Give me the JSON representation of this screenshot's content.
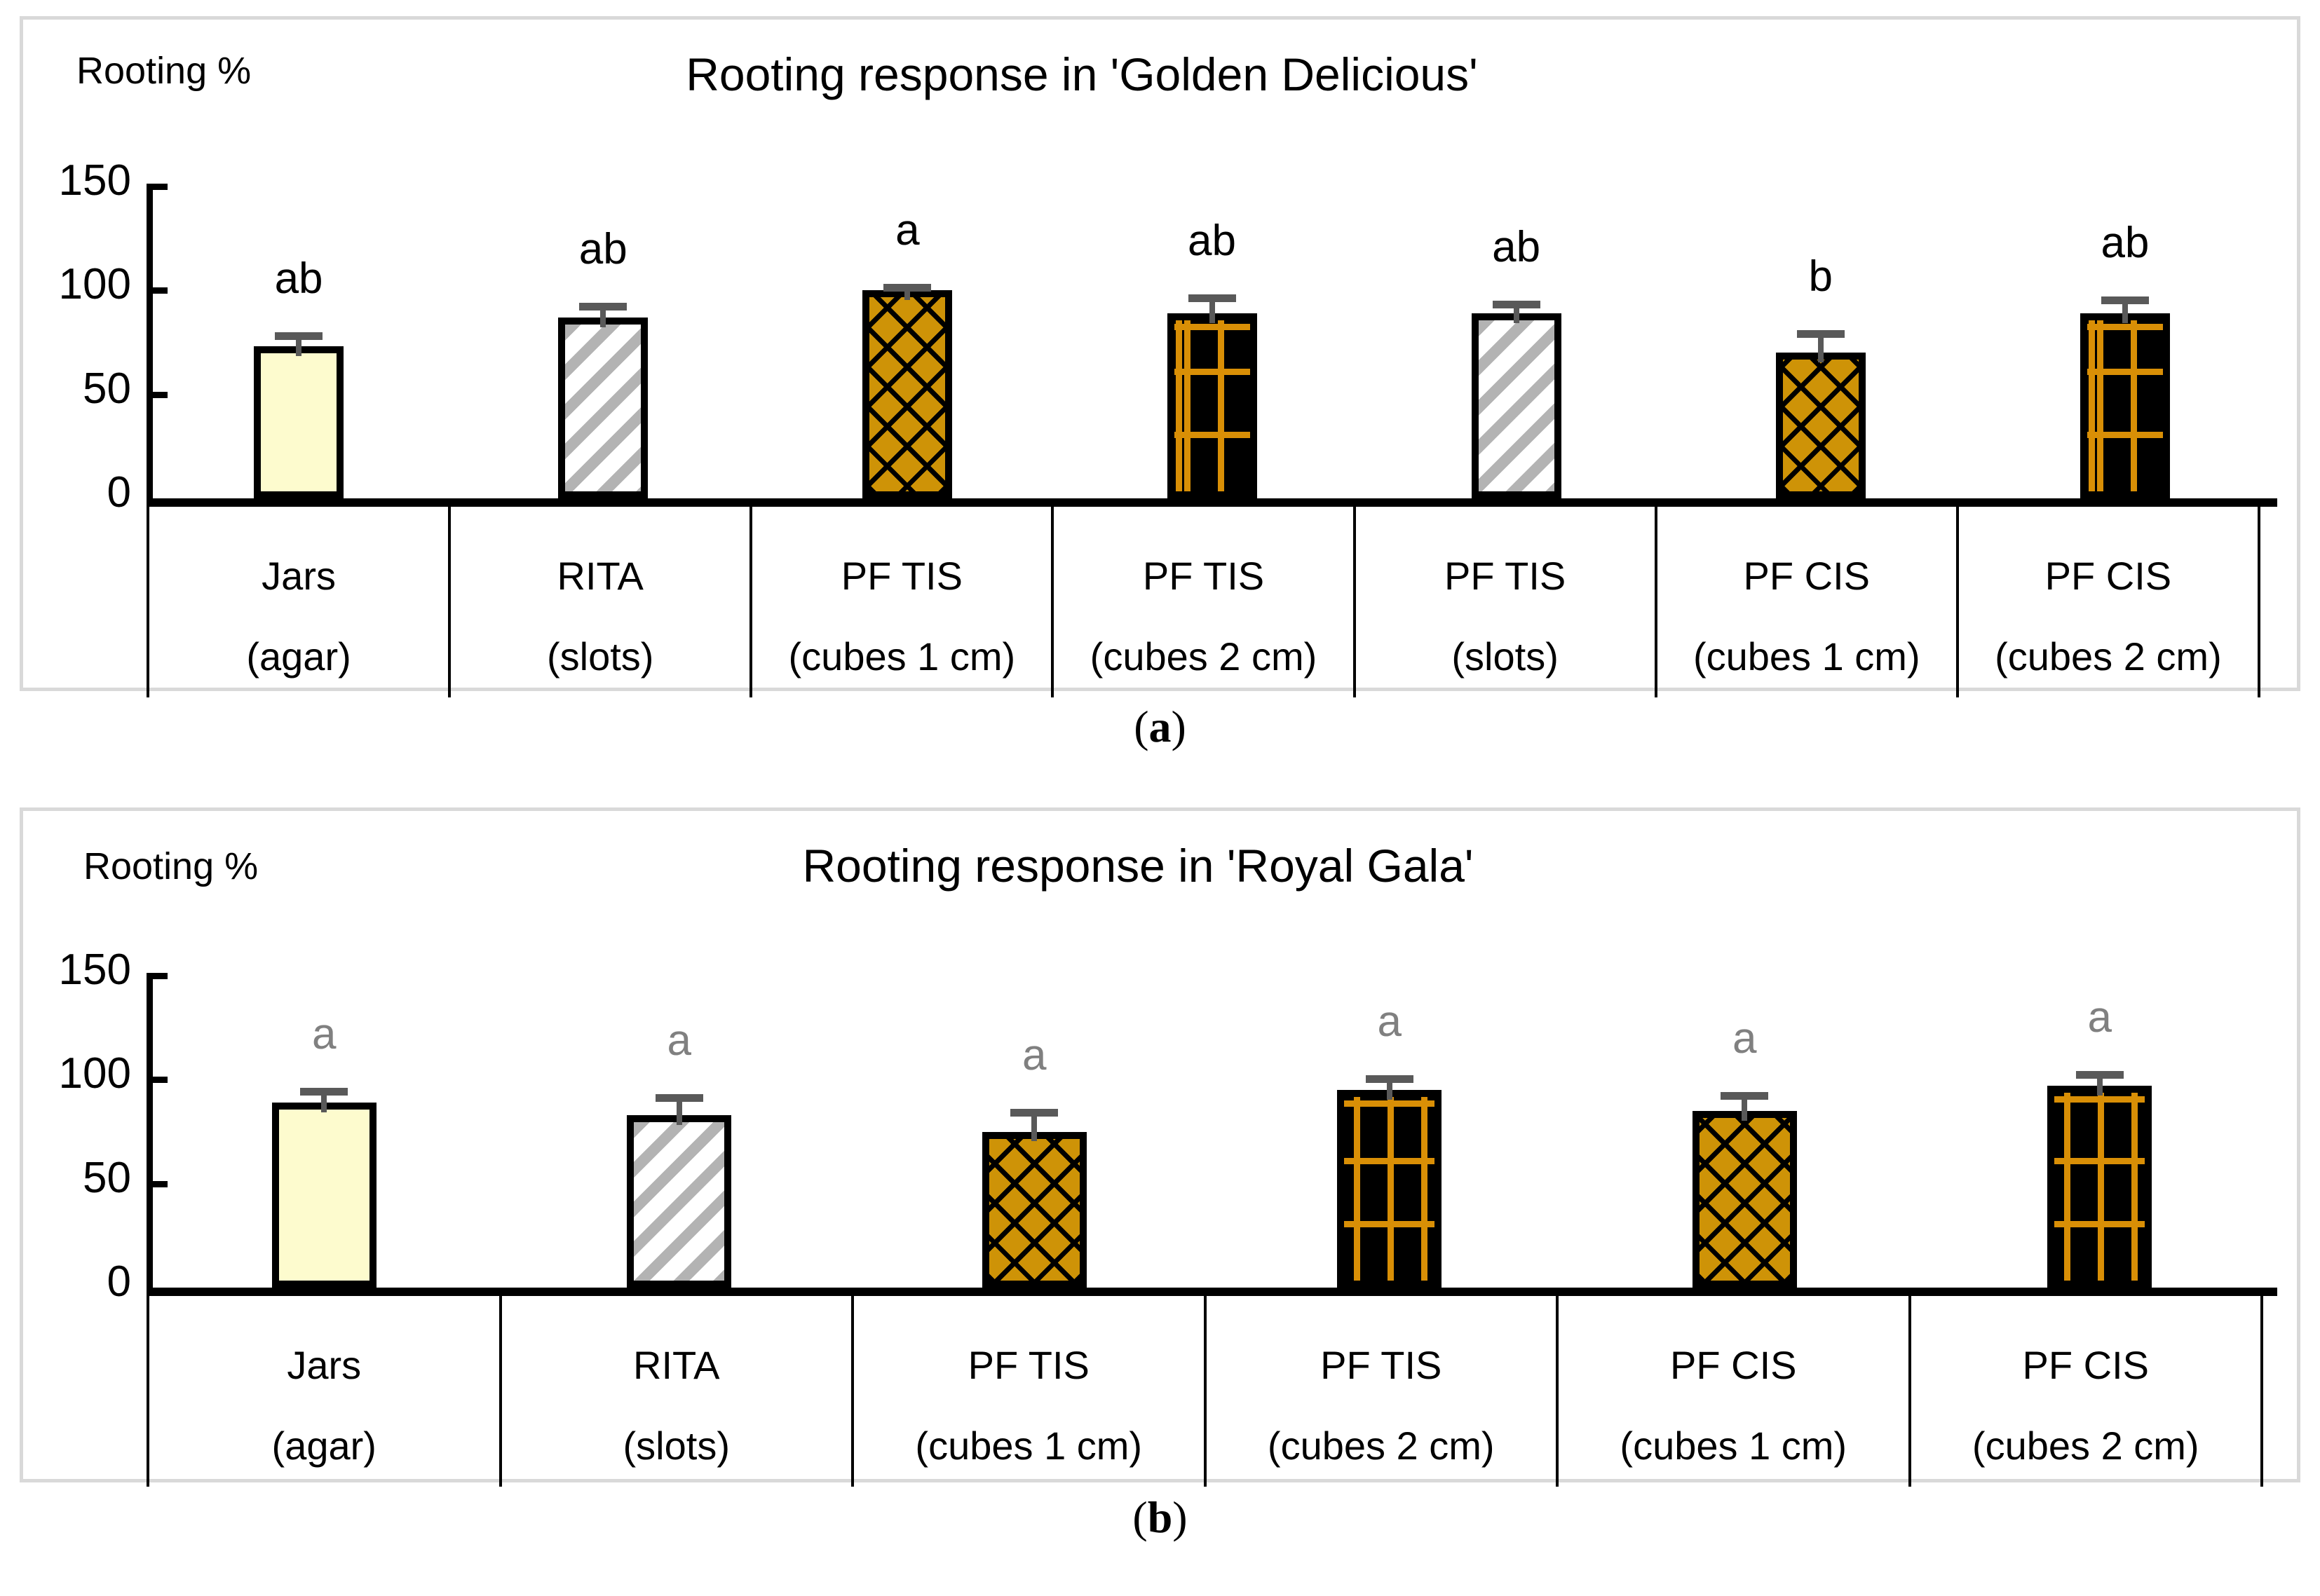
{
  "figure": {
    "caption_a": "(a)",
    "caption_b": "(b)",
    "accent_gold": "#ce9307",
    "accent_yellow": "#fdfbce",
    "accent_gray": "#b3b3b3",
    "error_color": "#595959",
    "panel_border": "#d9d9d9"
  },
  "chart_data": [
    {
      "type": "bar",
      "panel": "a",
      "title": "Rooting response in 'Golden Delicious'",
      "ylabel": "Rooting %",
      "xlabel": "",
      "ylim": [
        0,
        150
      ],
      "yticks": [
        0,
        50,
        100,
        150
      ],
      "ytick_labels": [
        "0",
        "50",
        "100",
        "150"
      ],
      "grid": false,
      "legend": "none",
      "categories": [
        "Jars\n(agar)",
        "RITA\n(slots)",
        "PF TIS\n(cubes 1 cm)",
        "PF TIS\n(cubes 2 cm)",
        "PF TIS\n(slots)",
        "PF CIS\n(cubes 1 cm)",
        "PF CIS\n(cubes 2 cm)"
      ],
      "category_rows": [
        {
          "top": "Jars",
          "bottom": "(agar)"
        },
        {
          "top": "RITA",
          "bottom": "(slots)"
        },
        {
          "top": "PF TIS",
          "bottom": "(cubes 1 cm)"
        },
        {
          "top": "PF TIS",
          "bottom": "(cubes 2 cm)"
        },
        {
          "top": "PF TIS",
          "bottom": "(slots)"
        },
        {
          "top": "PF CIS",
          "bottom": "(cubes 1 cm)"
        },
        {
          "top": "PF CIS",
          "bottom": "(cubes 2 cm)"
        }
      ],
      "values": [
        73,
        87,
        100,
        89,
        89,
        70,
        89
      ],
      "errors": [
        5,
        5,
        1,
        7,
        4,
        9,
        6
      ],
      "annotations": [
        "ab",
        "ab",
        "a",
        "ab",
        "ab",
        "b",
        "ab"
      ],
      "annotation_color": "#000000",
      "bar_styles": [
        "solid-pale-yellow",
        "diagonal-gray-stripes",
        "gold-diamond-crosshatch",
        "black-with-gold-grid",
        "diagonal-gray-stripes",
        "gold-diamond-crosshatch",
        "black-with-gold-grid"
      ]
    },
    {
      "type": "bar",
      "panel": "b",
      "title": "Rooting response in 'Royal Gala'",
      "ylabel": "Rooting %",
      "xlabel": "",
      "ylim": [
        0,
        150
      ],
      "yticks": [
        0,
        50,
        100,
        150
      ],
      "ytick_labels": [
        "0",
        "50",
        "100",
        "150"
      ],
      "grid": false,
      "legend": "none",
      "categories": [
        "Jars\n(agar)",
        "RITA\n(slots)",
        "PF TIS\n(cubes 1 cm)",
        "PF TIS\n(cubes 2 cm)",
        "PF CIS\n(cubes 1 cm)",
        "PF CIS\n(cubes 2 cm)"
      ],
      "category_rows": [
        {
          "top": "Jars",
          "bottom": "(agar)"
        },
        {
          "top": "RITA",
          "bottom": "(slots)"
        },
        {
          "top": "PF TIS",
          "bottom": "(cubes 1 cm)"
        },
        {
          "top": "PF TIS",
          "bottom": "(cubes 2 cm)"
        },
        {
          "top": "PF CIS",
          "bottom": "(cubes 1 cm)"
        },
        {
          "top": "PF CIS",
          "bottom": "(cubes 2 cm)"
        }
      ],
      "values": [
        89,
        83,
        75,
        95,
        85,
        97
      ],
      "errors": [
        5,
        8,
        9,
        5,
        7,
        5
      ],
      "annotations": [
        "a",
        "a",
        "a",
        "a",
        "a",
        "a"
      ],
      "annotation_color": "#808080",
      "bar_styles": [
        "solid-pale-yellow",
        "diagonal-gray-stripes",
        "gold-diamond-crosshatch",
        "black-with-gold-grid",
        "gold-diamond-crosshatch",
        "black-with-gold-grid"
      ]
    }
  ]
}
